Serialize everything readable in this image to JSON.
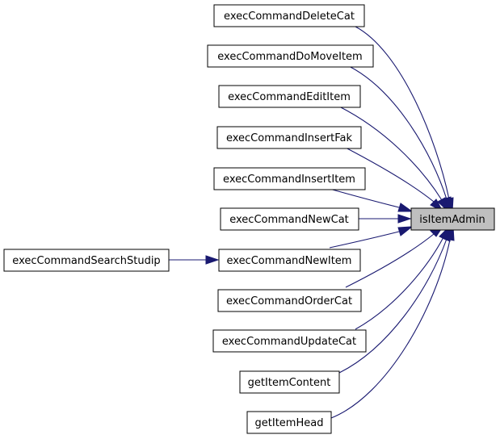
{
  "graph": {
    "target": "isItemAdmin",
    "callers": [
      "execCommandDeleteCat",
      "execCommandDoMoveItem",
      "execCommandEditItem",
      "execCommandInsertFak",
      "execCommandInsertItem",
      "execCommandNewCat",
      "execCommandNewItem",
      "execCommandOrderCat",
      "execCommandUpdateCat",
      "getItemContent",
      "getItemHead"
    ],
    "second_level_callers": [
      {
        "name": "execCommandSearchStudip",
        "calls": "execCommandNewItem"
      }
    ]
  },
  "colors": {
    "edge": "#191970",
    "node_fill": "#ffffff",
    "node_border": "#000000",
    "target_fill": "#bfbfbf"
  }
}
